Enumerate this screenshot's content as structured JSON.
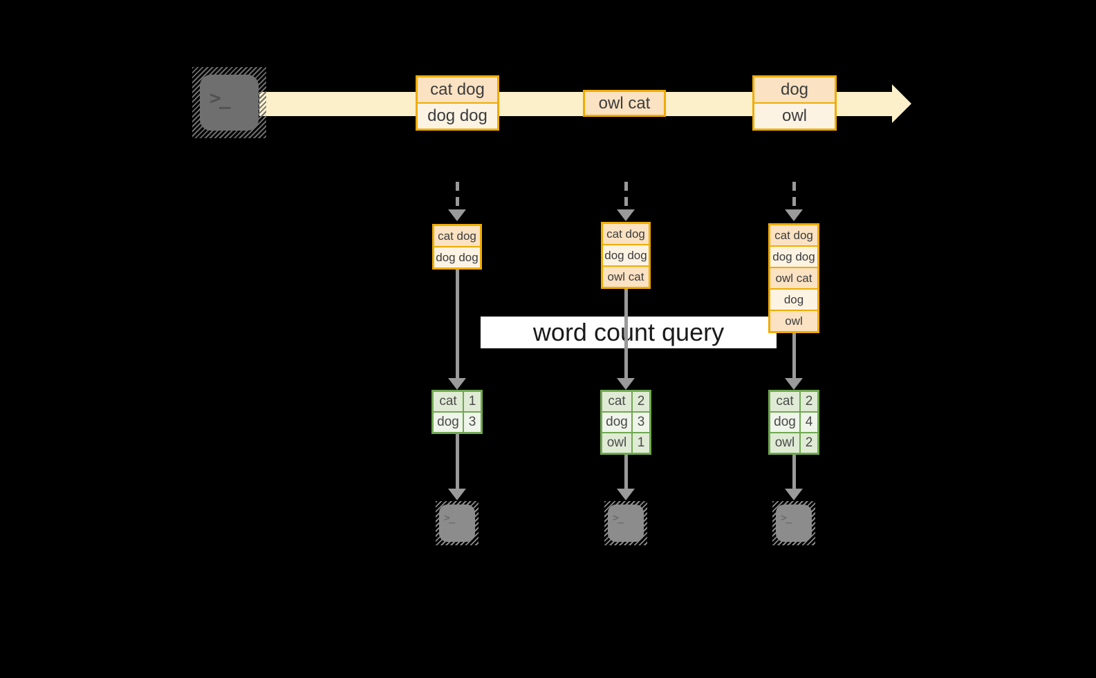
{
  "diagram": {
    "query_label": "word count query",
    "terminal_glyph": ">_",
    "stream_events": [
      {
        "rows": [
          "cat dog",
          "dog dog"
        ]
      },
      {
        "rows": [
          "owl cat"
        ]
      },
      {
        "rows": [
          "dog",
          "owl"
        ]
      }
    ],
    "columns": [
      {
        "accumulated_rows": [
          "cat dog",
          "dog dog"
        ],
        "counts": [
          {
            "word": "cat",
            "count": "1"
          },
          {
            "word": "dog",
            "count": "3"
          }
        ]
      },
      {
        "accumulated_rows": [
          "cat dog",
          "dog dog",
          "owl cat"
        ],
        "counts": [
          {
            "word": "cat",
            "count": "2"
          },
          {
            "word": "dog",
            "count": "3"
          },
          {
            "word": "owl",
            "count": "1"
          }
        ]
      },
      {
        "accumulated_rows": [
          "cat dog",
          "dog dog",
          "owl cat",
          "dog",
          "owl"
        ],
        "counts": [
          {
            "word": "cat",
            "count": "2"
          },
          {
            "word": "dog",
            "count": "4"
          },
          {
            "word": "owl",
            "count": "2"
          }
        ]
      }
    ],
    "colors": {
      "background": "#000000",
      "stream_fill": "#FBF0CA",
      "event_border": "#F0AC00",
      "event_fill_dark": "#FAE2C2",
      "event_fill_light": "#FCF3E3",
      "table_border": "#6FA850",
      "table_fill_dark": "#E0EBD5",
      "table_fill_light": "#EFF5EA",
      "arrow_gray": "#9A9A9A",
      "terminal_gray_source": "#6F6F6F",
      "terminal_gray_sink": "#8C8C8C",
      "label_bg": "#FFFFFF"
    }
  }
}
